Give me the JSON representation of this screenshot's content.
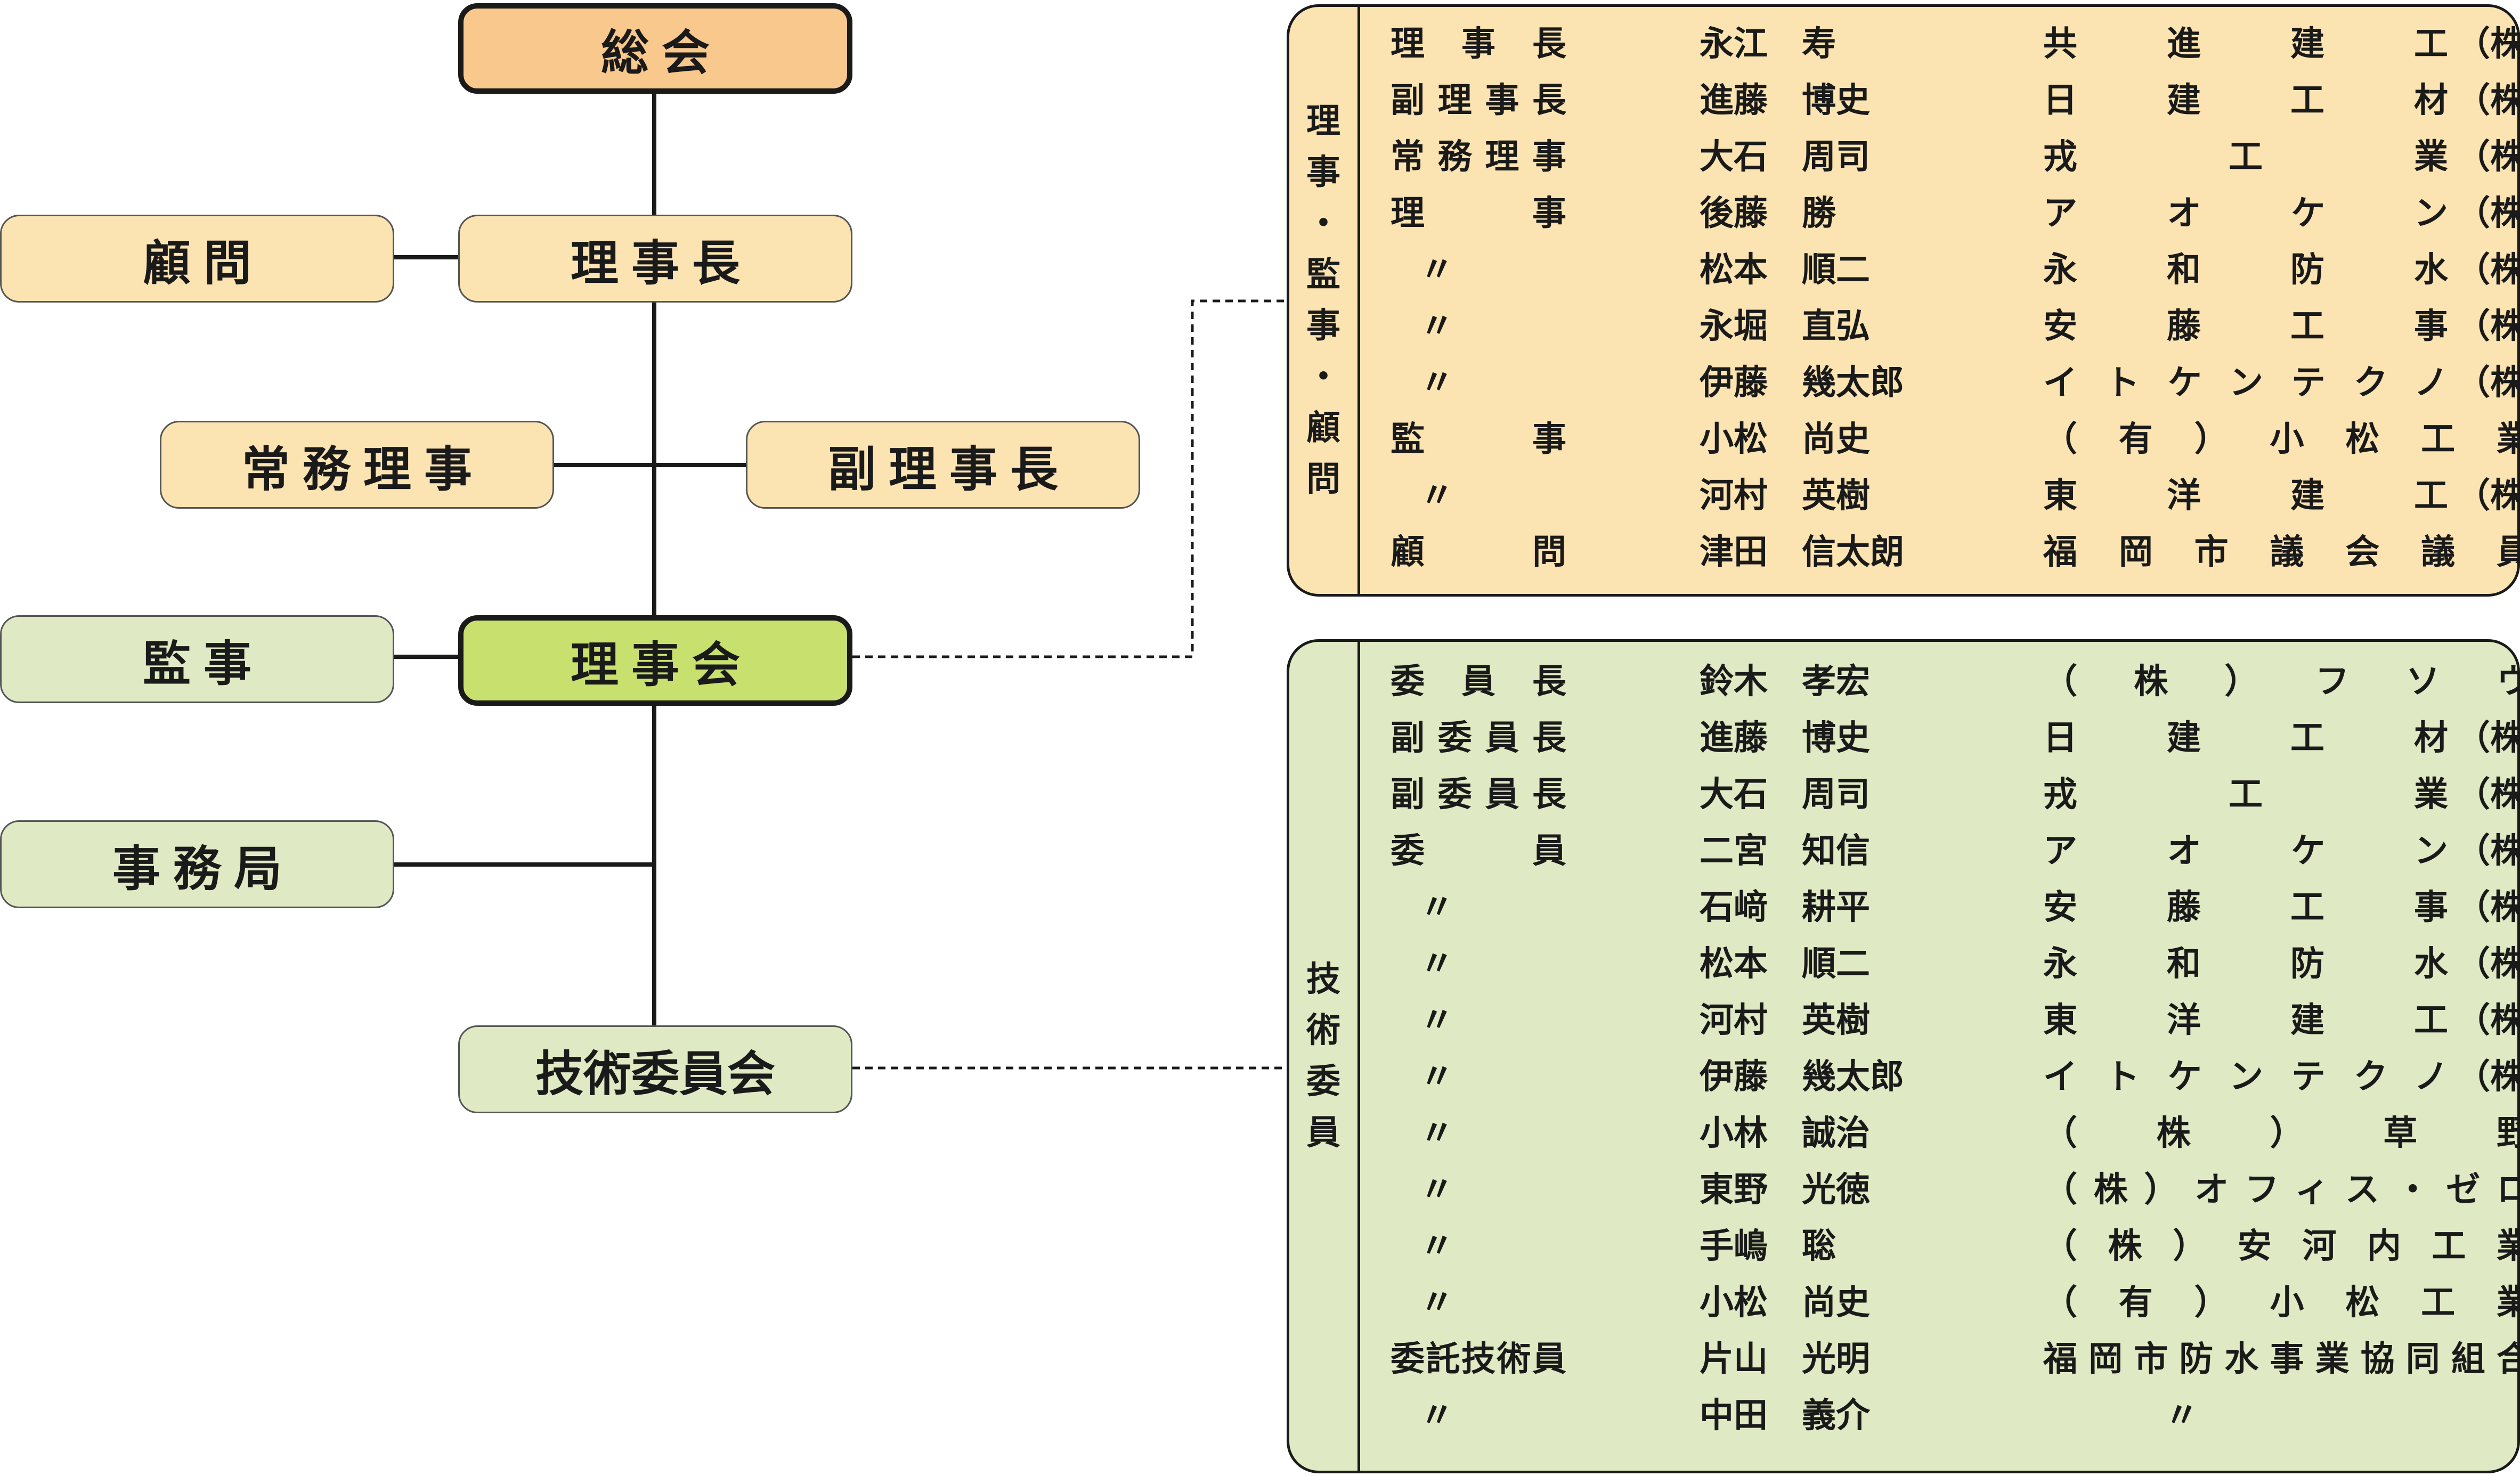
{
  "nodes": {
    "soukai": "総会",
    "rijichou": "理事長",
    "komon": "顧問",
    "joumu": "常務理事",
    "fukurijichou": "副理事長",
    "kanji": "監事",
    "rijikai": "理事会",
    "jimukyoku": "事務局",
    "gijutsu": "技術委員会"
  },
  "colors": {
    "peach": "#f8c88d",
    "cream": "#fbe4b2",
    "green": "#dfeac4",
    "lime": "#c8e06e"
  },
  "board_panel": {
    "label": [
      "理",
      "事",
      "・",
      "監",
      "事",
      "・",
      "顧",
      "問"
    ],
    "rows": [
      {
        "role": "理事長",
        "name": "永江　寿",
        "company": "共進建工",
        "suffix": "（株）"
      },
      {
        "role": "副理事長",
        "name": "進藤　博史",
        "company": "日建工材",
        "suffix": "（株）"
      },
      {
        "role": "常務理事",
        "name": "大石　周司",
        "company": "戎工業",
        "suffix": "（株）"
      },
      {
        "role": "理　　事",
        "name": "後藤　勝",
        "company": "アオケン",
        "suffix": "（株）"
      },
      {
        "role": "〃",
        "name": "松本　順二",
        "company": "永和防水",
        "suffix": "（株）"
      },
      {
        "role": "〃",
        "name": "永堀　直弘",
        "company": "安藤工事",
        "suffix": "（株）"
      },
      {
        "role": "〃",
        "name": "伊藤　幾太郎",
        "company": "イトケンテクノ",
        "suffix": "（株）"
      },
      {
        "role": "監　　事",
        "name": "小松　尚史",
        "company": "（有）小松工業",
        "suffix": ""
      },
      {
        "role": "〃",
        "name": "河村　英樹",
        "company": "東洋建工",
        "suffix": "（株）"
      },
      {
        "role": "顧　　問",
        "name": "津田　信太朗",
        "company": "福岡市議会議員",
        "suffix": ""
      }
    ]
  },
  "tech_panel": {
    "label": [
      "技",
      "術",
      "委",
      "員"
    ],
    "rows": [
      {
        "role": "委員長",
        "name": "鈴木　孝宏",
        "company": "（株）フソウ",
        "suffix": ""
      },
      {
        "role": "副委員長",
        "name": "進藤　博史",
        "company": "日建工材",
        "suffix": "（株）"
      },
      {
        "role": "副委員長",
        "name": "大石　周司",
        "company": "戎工業",
        "suffix": "（株）"
      },
      {
        "role": "委　　員",
        "name": "二宮　知信",
        "company": "アオケン",
        "suffix": "（株）"
      },
      {
        "role": "〃",
        "name": "石﨑　耕平",
        "company": "安藤工事",
        "suffix": "（株）"
      },
      {
        "role": "〃",
        "name": "松本　順二",
        "company": "永和防水",
        "suffix": "（株）"
      },
      {
        "role": "〃",
        "name": "河村　英樹",
        "company": "東洋建工",
        "suffix": "（株）"
      },
      {
        "role": "〃",
        "name": "伊藤　幾太郎",
        "company": "イトケンテクノ",
        "suffix": "（株）"
      },
      {
        "role": "〃",
        "name": "小林　誠治",
        "company": "（株）草野",
        "suffix": ""
      },
      {
        "role": "〃",
        "name": "東野　光徳",
        "company": "（株）オフィス・ゼロ",
        "suffix": ""
      },
      {
        "role": "〃",
        "name": "手嶋　聡",
        "company": "（株）安河内工業",
        "suffix": ""
      },
      {
        "role": "〃",
        "name": "小松　尚史",
        "company": "（有）小松工業",
        "suffix": ""
      },
      {
        "role": "委託技術員",
        "name": "片山　光明",
        "company": "福岡市防水事業協同組合",
        "suffix": ""
      },
      {
        "role": "〃",
        "name": "中田　義介",
        "company": "〃",
        "suffix": ""
      }
    ]
  }
}
